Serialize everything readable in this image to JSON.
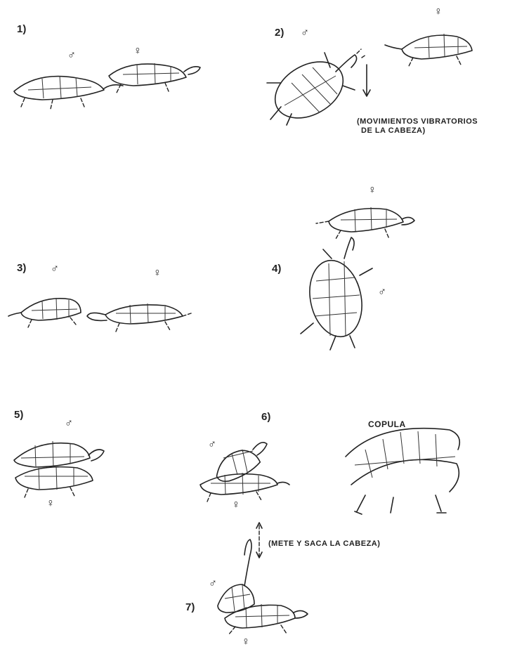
{
  "panels": [
    {
      "step": "1)",
      "male": "♂",
      "female": "♀"
    },
    {
      "step": "2)",
      "male": "♂",
      "female": "♀",
      "note_line1": "(MOVIMIENTOS VIBRATORIOS",
      "note_line2": "DE LA CABEZA)"
    },
    {
      "step": "3)",
      "male": "♂",
      "female": "♀"
    },
    {
      "step": "4)",
      "male": "♂",
      "female": "♀"
    },
    {
      "step": "5)",
      "male": "♂",
      "female": "♀"
    },
    {
      "step": "6)",
      "male": "♂",
      "female": "♀",
      "copula": "COPULA"
    },
    {
      "step": "7)",
      "male": "♂",
      "female": "♀",
      "note": "(METE Y SACA LA CABEZA)"
    }
  ]
}
